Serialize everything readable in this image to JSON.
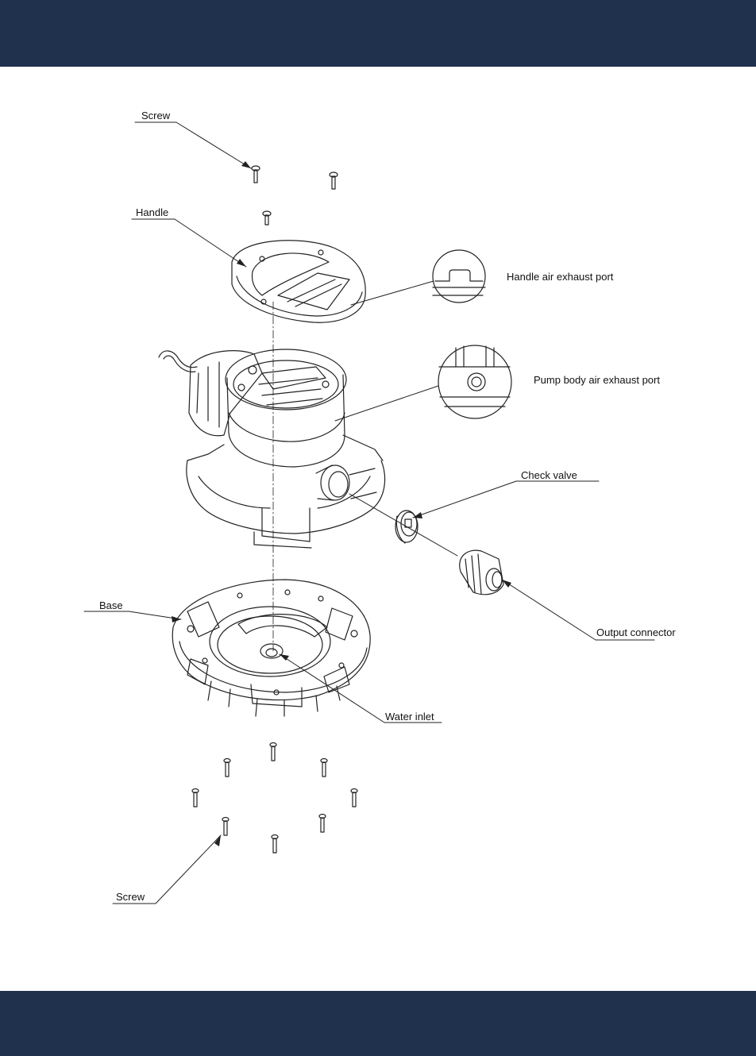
{
  "colors": {
    "band": "#1f314d",
    "line": "#222222"
  },
  "labels": {
    "screw_top": "Screw",
    "handle": "Handle",
    "handle_air_exhaust_port": "Handle air exhaust port",
    "pump_body_air_exhaust_port": "Pump body air exhaust port",
    "check_valve": "Check valve",
    "base": "Base",
    "output_connector": "Output connector",
    "water_inlet": "Water inlet",
    "screw_bottom": "Screw"
  }
}
